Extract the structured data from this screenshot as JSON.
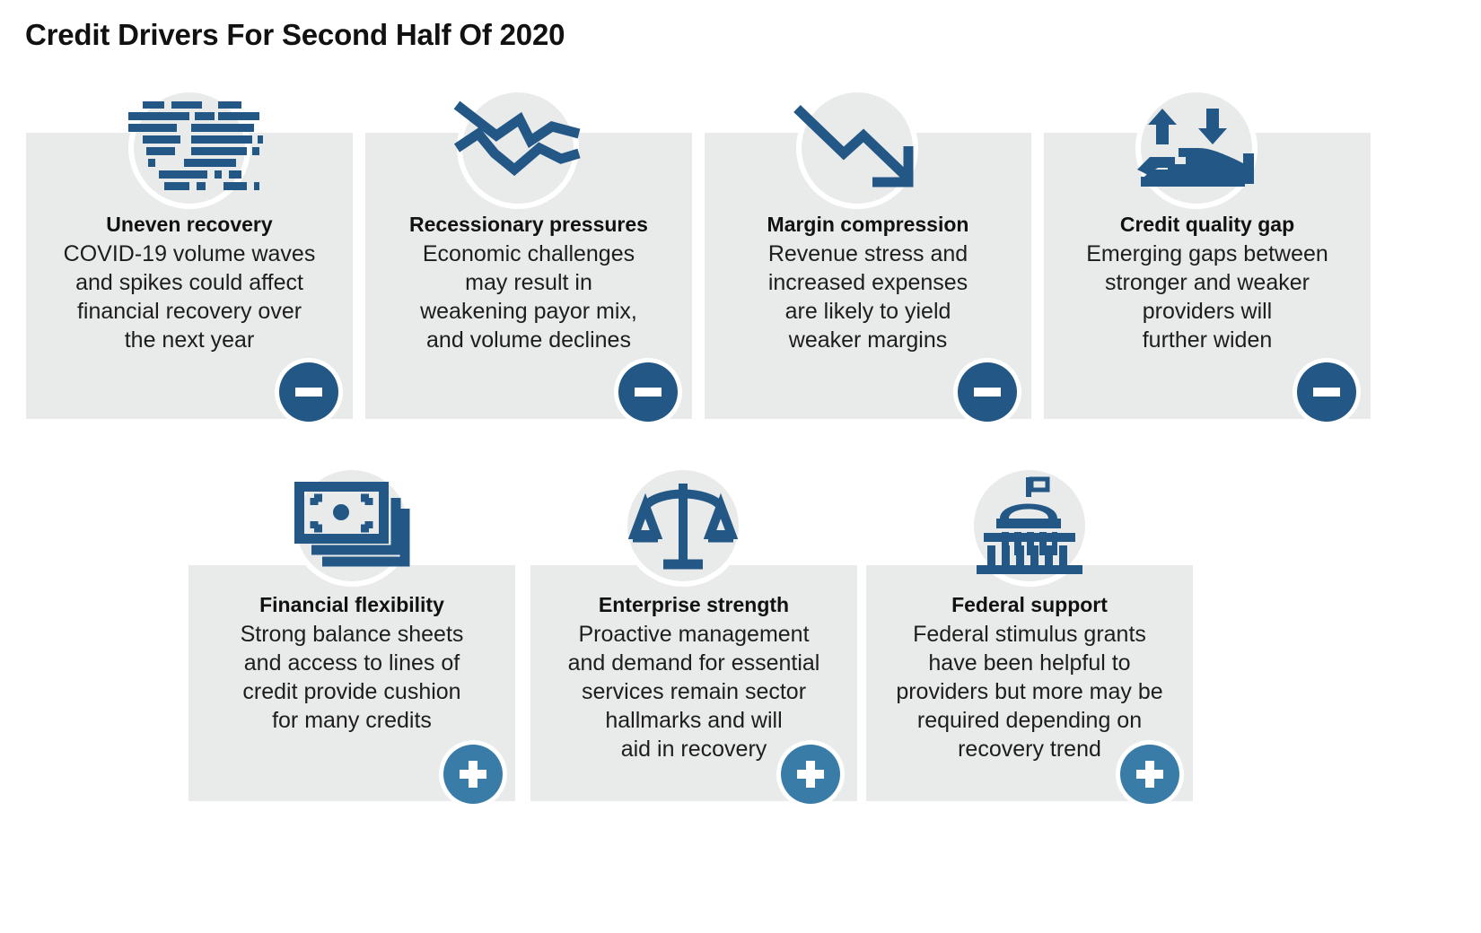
{
  "header": {
    "title": "Credit Drivers For Second Half Of 2020"
  },
  "colors": {
    "icon_blue": "#235785",
    "negative_badge": "#235785",
    "positive_badge": "#3a7ca8",
    "card_background": "#e9eaea",
    "page_background": "#ffffff",
    "title_text": "#111111"
  },
  "legend": {
    "negative_symbol": "minus",
    "positive_symbol": "plus"
  },
  "rows": [
    {
      "name": "negative-drivers-row",
      "cards": [
        {
          "title": "Uneven recovery",
          "body": "COVID-19 volume waves\nand spikes could affect\nfinancial recovery over\nthe next year",
          "icon": "world-map-icon",
          "badge": "minus-badge",
          "sentiment": "negative"
        },
        {
          "title": "Recessionary pressures",
          "body": "Economic challenges\nmay result in\nweakening payor mix,\nand volume declines",
          "icon": "volatile-line-chart-icon",
          "badge": "minus-badge",
          "sentiment": "negative"
        },
        {
          "title": "Margin compression",
          "body": "Revenue stress and\nincreased expenses\nare likely to yield\nweaker margins",
          "icon": "downward-arrow-icon",
          "badge": "minus-badge",
          "sentiment": "negative"
        },
        {
          "title": "Credit quality gap",
          "body": "Emerging gaps between\nstronger and weaker\nproviders will\nfurther widen",
          "icon": "hand-up-down-arrows-icon",
          "badge": "minus-badge",
          "sentiment": "negative"
        }
      ]
    },
    {
      "name": "positive-drivers-row",
      "cards": [
        {
          "title": "Financial flexibility",
          "body": "Strong balance sheets\nand access to lines of\ncredit provide cushion\nfor many credits",
          "icon": "banknotes-icon",
          "badge": "plus-badge",
          "sentiment": "positive"
        },
        {
          "title": "Enterprise strength",
          "body": "Proactive management\nand demand for essential\nservices remain sector\nhallmarks and will\naid in recovery",
          "icon": "balance-scales-icon",
          "badge": "plus-badge",
          "sentiment": "positive"
        },
        {
          "title": "Federal support",
          "body": "Federal stimulus grants\nhave been helpful to\nproviders but more may be\nrequired depending on\nrecovery trend",
          "icon": "capitol-building-icon",
          "badge": "plus-badge",
          "sentiment": "positive"
        }
      ]
    }
  ]
}
